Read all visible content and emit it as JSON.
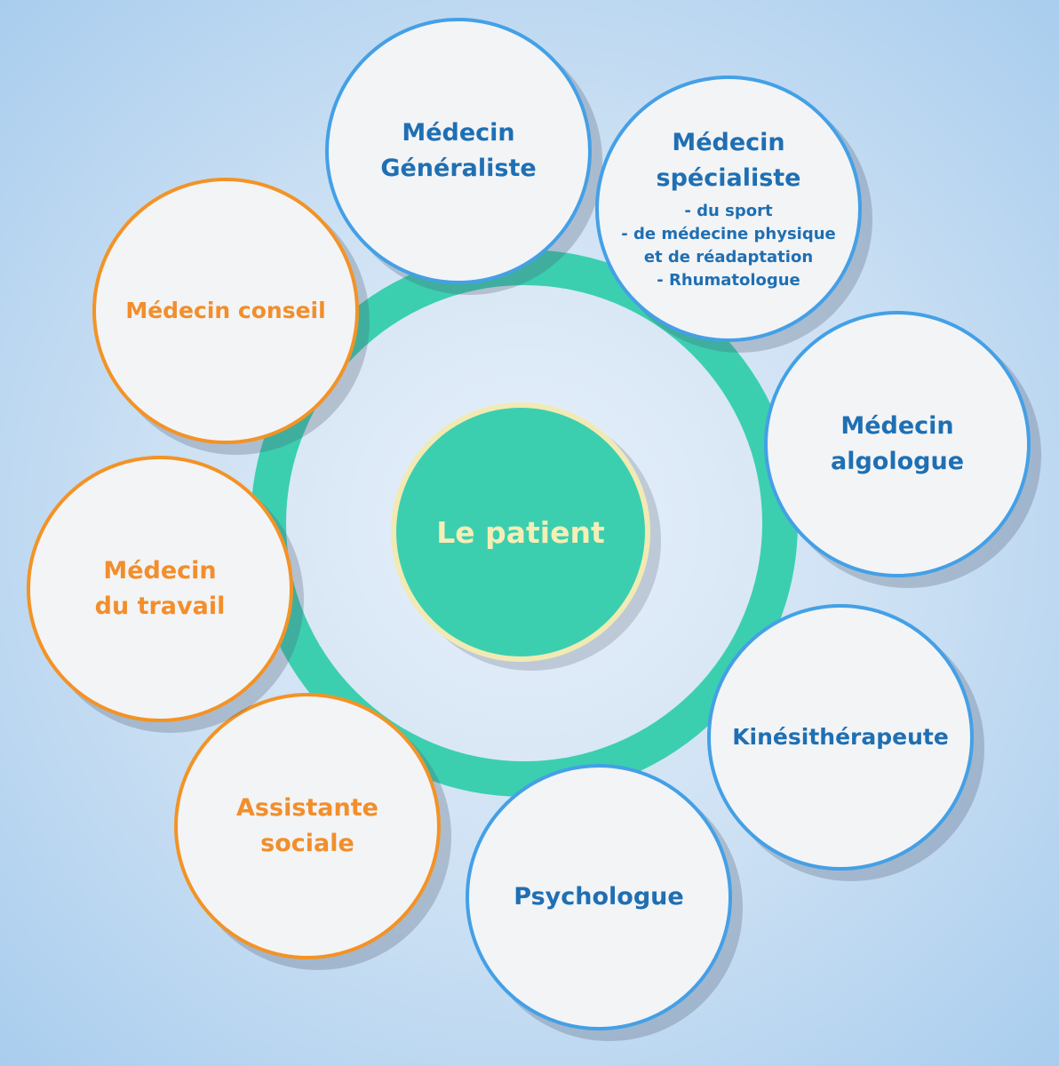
{
  "center": {
    "label": "Le patient"
  },
  "nodes": [
    {
      "id": "medecin-generaliste",
      "title_lines": [
        "Médecin",
        "Généraliste"
      ],
      "sub_lines": [],
      "color": "#44a0e6"
    },
    {
      "id": "medecin-specialiste",
      "title_lines": [
        "Médecin",
        "spécialiste"
      ],
      "sub_lines": [
        "- du sport",
        "- de médecine physique",
        "et de réadaptation",
        "- Rhumatologue"
      ],
      "color": "#44a0e6"
    },
    {
      "id": "medecin-algologue",
      "title_lines": [
        "Médecin",
        "algologue"
      ],
      "sub_lines": [],
      "color": "#44a0e6"
    },
    {
      "id": "kinesitherapeute",
      "title_lines": [
        "Kinésithérapeute"
      ],
      "sub_lines": [],
      "color": "#44a0e6"
    },
    {
      "id": "psychologue",
      "title_lines": [
        "Psychologue"
      ],
      "sub_lines": [],
      "color": "#44a0e6"
    },
    {
      "id": "assistante-sociale",
      "title_lines": [
        "Assistante",
        "sociale"
      ],
      "sub_lines": [],
      "color": "#f39325"
    },
    {
      "id": "medecin-du-travail",
      "title_lines": [
        "Médecin",
        "du travail"
      ],
      "sub_lines": [],
      "color": "#f39325"
    },
    {
      "id": "medecin-conseil",
      "title_lines": [
        "Médecin conseil"
      ],
      "sub_lines": [],
      "color": "#f39325"
    }
  ]
}
